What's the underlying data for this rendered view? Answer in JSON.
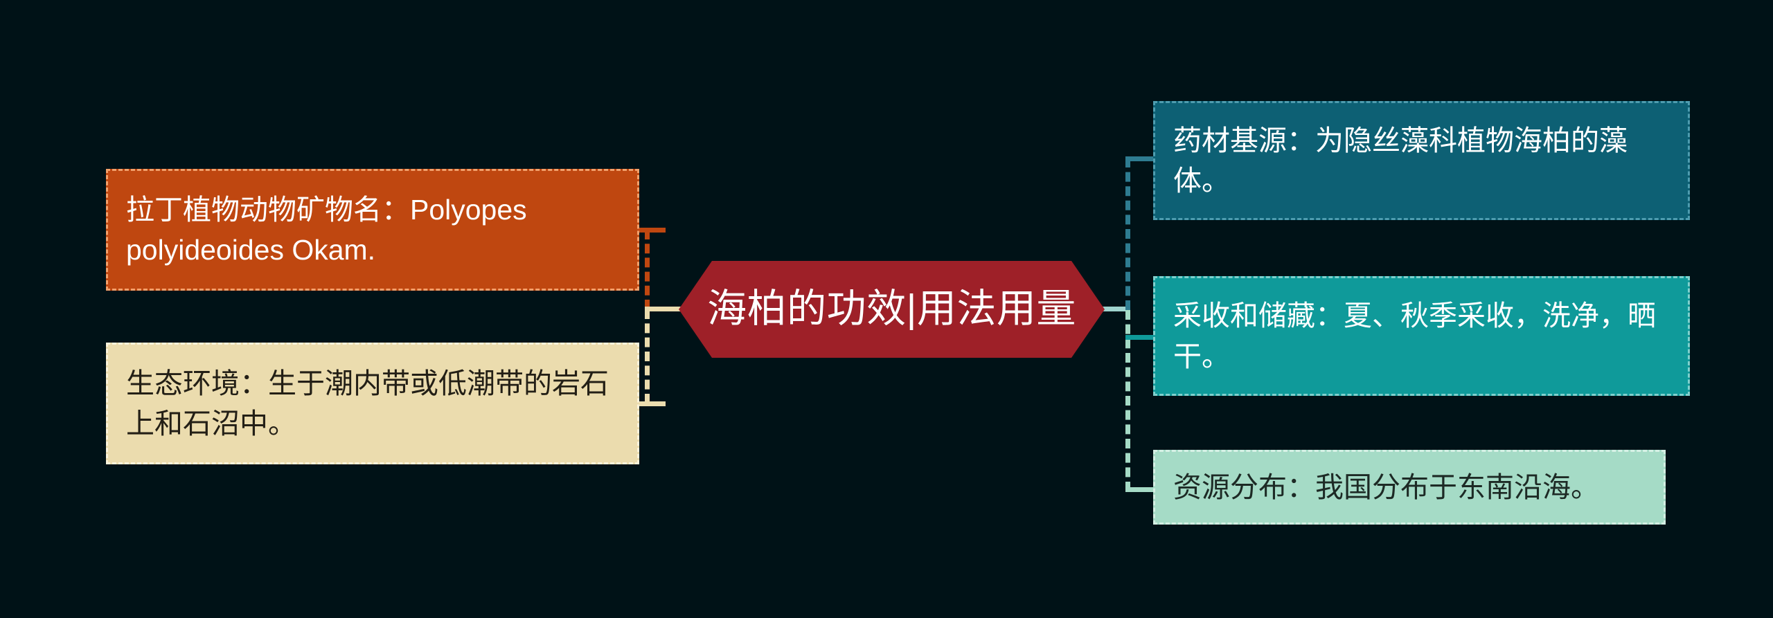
{
  "diagram": {
    "type": "mind-map",
    "background_color": "#001217",
    "center": {
      "label": "海柏的功效|用法用量",
      "shape": "hexagon",
      "fill_color": "#9E2028",
      "text_color": "#FFFFFF"
    },
    "branches": [
      {
        "id": "latin-name",
        "side": "left",
        "label": "拉丁植物动物矿物名：Polyopes polyideoides Okam.",
        "fill_color": "#BF4710",
        "border_color": "#F2A06B",
        "text_color": "#FFFFFF"
      },
      {
        "id": "ecology",
        "side": "left",
        "label": "生态环境：生于潮内带或低潮带的岩石上和石沼中。",
        "fill_color": "#EBDCAE",
        "border_color": "#FBF3DC",
        "text_color": "#231F16"
      },
      {
        "id": "drug-source",
        "side": "right",
        "label": "药材基源：为隐丝藻科植物海柏的藻体。",
        "fill_color": "#0D6074",
        "border_color": "#4E9DB0",
        "text_color": "#FFFFFF"
      },
      {
        "id": "harvest-storage",
        "side": "right",
        "label": "采收和储藏：夏、秋季采收，洗净，晒干。",
        "fill_color": "#0F9A9A",
        "border_color": "#7FD1CE",
        "text_color": "#FFFFFF"
      },
      {
        "id": "distribution",
        "side": "right",
        "label": "资源分布：我国分布于东南沿海。",
        "fill_color": "#A5DBC6",
        "border_color": "#D5EFE4",
        "text_color": "#1D2A25"
      }
    ]
  }
}
